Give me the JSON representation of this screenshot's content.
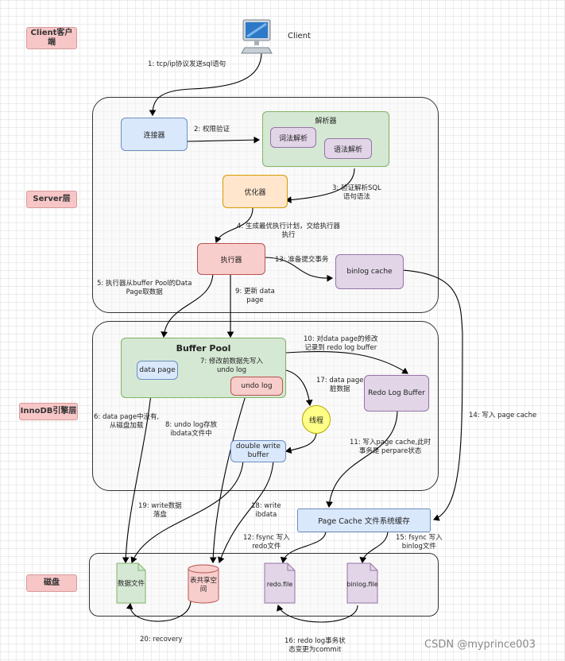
{
  "layers": {
    "client": "Client客户\n端",
    "server": "Server层",
    "innodb": "InnoDB引擎层",
    "disk": "磁盘"
  },
  "client_label": "Client",
  "server": {
    "connector": "连接器",
    "parser": "解析器",
    "lexical": "词法解析",
    "syntax": "语法解析",
    "optimizer": "优化器",
    "executor": "执行器",
    "binlog_cache": "binlog cache"
  },
  "innodb": {
    "buffer_pool": "Buffer Pool",
    "data_page": "data page",
    "undo_log": "undo log",
    "thread": "线程",
    "double_write": "double write\nbuffer",
    "redo_log_buffer": "Redo Log Buffer",
    "page_cache": "Page Cache 文件系统缓存"
  },
  "disk": {
    "data_file": "数据文件",
    "shared_tablespace": "表共享空\n间",
    "redo_file": "redo.file",
    "binlog_file": "binlog.file"
  },
  "steps": {
    "s1": "1: tcp/ip协议发送sql语句",
    "s2": "2: 权限验证",
    "s3": "3: 验证解析SQL\n语句语法",
    "s4": "4: 生成最优执行计划，交给执行器\n执行",
    "s5": "5: 执行器从buffer Pool的Data\nPage取数据",
    "s6": "6: data page中没有,\n从磁盘加载",
    "s7": "7: 修改前数据先写入\nundo log",
    "s8": "8: undo log存放\nibdata文件中",
    "s9": "9: 更新 data\npage",
    "s10": "10: 对data page的修改\n记录到 redo log buffer",
    "s11": "11: 写入page cache,此时\n事务是 perpare状态",
    "s12": "12: fsync 写入\nredo文件",
    "s13": "13: 准备提交事务",
    "s14": "14: 写入 page cache",
    "s15": "15: fsync 写入\nbinlog文件",
    "s16": "16: redo log事务状\n态变更为commit",
    "s17": "17: data page\n脏数据",
    "s18": "18: write\nibdata",
    "s19": "19: write数据\n落盘",
    "s20": "20: recovery"
  },
  "watermark": "CSDN @myprince003"
}
